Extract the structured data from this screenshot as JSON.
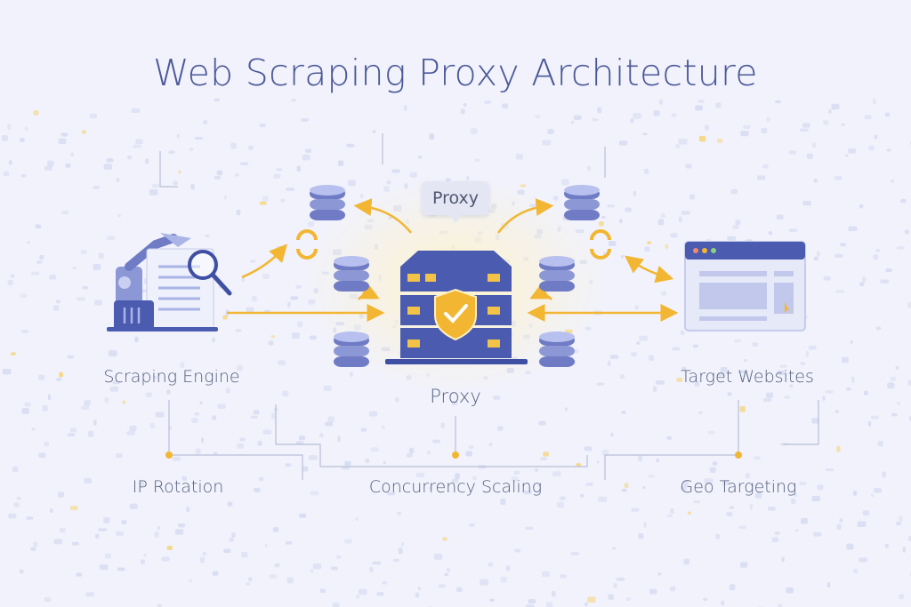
{
  "title": "Web Scraping Proxy Architecture",
  "nodes": {
    "scraping_engine": "Scraping Engine",
    "proxy": "Proxy",
    "proxy_callout": "Proxy",
    "target_websites": "Target Websites"
  },
  "features": {
    "ip_rotation": "IP Rotation",
    "concurrency_scaling": "Concurrency Scaling",
    "geo_targeting": "Geo Targeting"
  },
  "colors": {
    "background": "#f1f2fb",
    "primary": "#4a5bb0",
    "light_blue": "#aab4e6",
    "accent": "#f2b632",
    "text": "#55607e"
  }
}
